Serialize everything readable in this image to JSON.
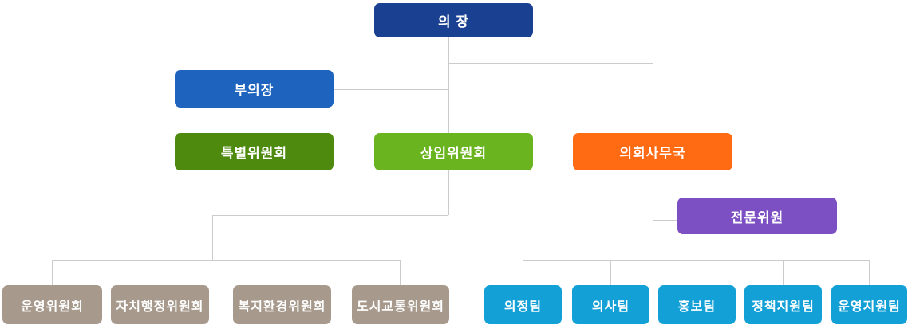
{
  "org_chart": {
    "type": "organization-chart",
    "line_color": "#cccccc",
    "chairman": {
      "label": "의 장",
      "color": "#1a4091"
    },
    "vice_chairman": {
      "label": "부의장",
      "color": "#1e63bd"
    },
    "special_committee": {
      "label": "특별위원회",
      "color": "#4d8a0e"
    },
    "standing_committee": {
      "label": "상임위원회",
      "color": "#6ab41f"
    },
    "secretariat": {
      "label": "의회사무국",
      "color": "#ff6b12"
    },
    "expert_member": {
      "label": "전문위원",
      "color": "#7c4fc3"
    },
    "committees": {
      "color": "#a79a8c",
      "items": [
        {
          "label": "운영위원회"
        },
        {
          "label": "자치행정위원회"
        },
        {
          "label": "복지환경위원회"
        },
        {
          "label": "도시교통위원회"
        }
      ]
    },
    "teams": {
      "color": "#12a0d7",
      "items": [
        {
          "label": "의정팀"
        },
        {
          "label": "의사팀"
        },
        {
          "label": "홍보팀"
        },
        {
          "label": "정책지원팀"
        },
        {
          "label": "운영지원팀"
        }
      ]
    }
  }
}
